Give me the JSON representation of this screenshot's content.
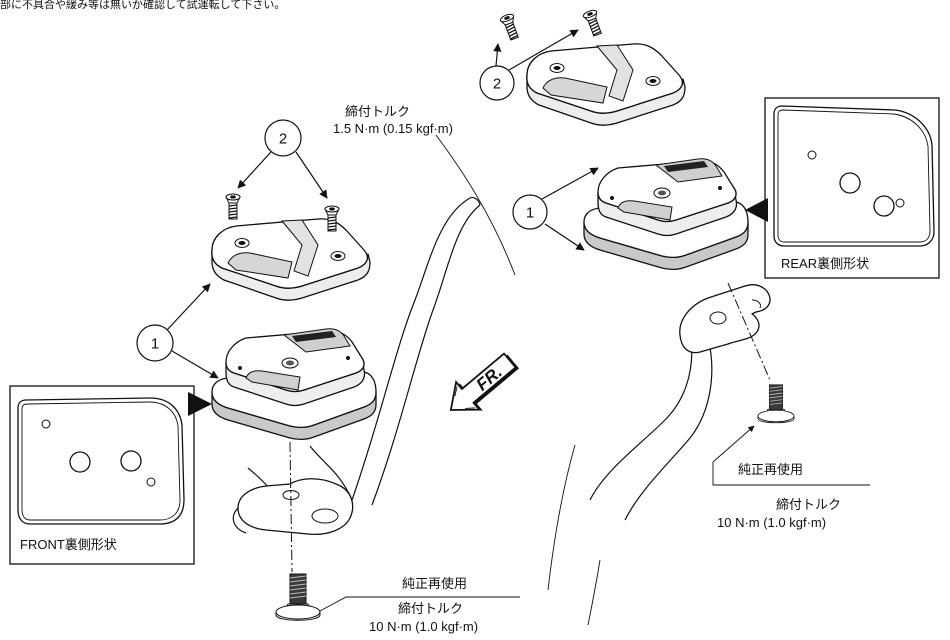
{
  "notice": "部に不具合や緩み等は無いか確認して試運転して下さい。",
  "front": {
    "screw_callout": "2",
    "peg_callout": "1",
    "screw_torque": {
      "title": "締付トルク",
      "value": "1.5 N·m (0.15 kgf·m)"
    },
    "inset_label": "FRONT裏側形状",
    "bolt": {
      "reuse": "純正再使用",
      "torque_title": "締付トルク",
      "torque_value": "10 N·m (1.0 kgf·m)"
    }
  },
  "rear": {
    "screw_callout": "2",
    "peg_callout": "1",
    "inset_label": "REAR裏側形状",
    "bolt": {
      "reuse": "純正再使用",
      "torque_title": "締付トルク",
      "torque_value": "10 N·m (1.0 kgf·m)"
    }
  },
  "direction_arrow": {
    "label": "FR.",
    "icon": "direction-arrow-icon"
  },
  "colors": {
    "line": "#111111",
    "background": "#ffffff"
  }
}
